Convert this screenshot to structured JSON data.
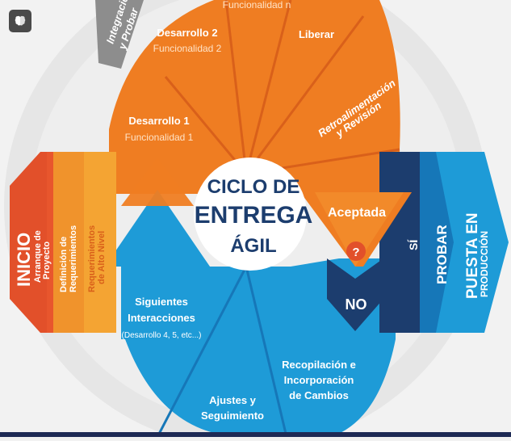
{
  "diagram": {
    "center_title": [
      "CICLO DE",
      "ENTREGA",
      "ÁGIL"
    ],
    "top_label": [
      "Integración",
      "y Probar"
    ],
    "phases": [
      {
        "title": "Desarrollo 2",
        "subtitle": "Funcionalidad 2"
      },
      {
        "title": "",
        "subtitle": "Funcionalidad n"
      },
      {
        "title": "Liberar",
        "subtitle": ""
      },
      {
        "title": "Desarrollo 1",
        "subtitle": "Funcionalidad 1"
      }
    ],
    "feedback": [
      "Retroalimentación",
      "y Revisión"
    ],
    "accepted": "Aceptada",
    "question_mark": "?",
    "yes": "SÍ",
    "no": "NO",
    "probar": "PROBAR",
    "produccion": [
      "PUESTA EN",
      "PRODUCCIÓN"
    ],
    "inicio": {
      "title": "INICIO",
      "sub": [
        "Arranque de",
        "Proyecto"
      ]
    },
    "definicion": [
      "Definición de",
      "Requerimientos"
    ],
    "requerimientos": [
      "Requerimientos",
      "de Alto Nivel"
    ],
    "siguientes": [
      "Siguientes",
      "Interacciones",
      "(Desarrollo 4, 5, etc...)"
    ],
    "ajustes": [
      "Ajustes y",
      "Seguimiento"
    ],
    "recopilacion": [
      "Recopilación e",
      "Incorporación",
      "de Cambios"
    ]
  },
  "colors": {
    "orange": "#ef7d22",
    "orange_dark": "#d9601a",
    "blue": "#1e9bd7",
    "blue_dark": "#1677b8",
    "navy": "#1c3d6e",
    "red": "#e2502a",
    "amber": "#f4a433",
    "gray": "#8d8d8d"
  },
  "icons": [
    "brain-icon"
  ]
}
